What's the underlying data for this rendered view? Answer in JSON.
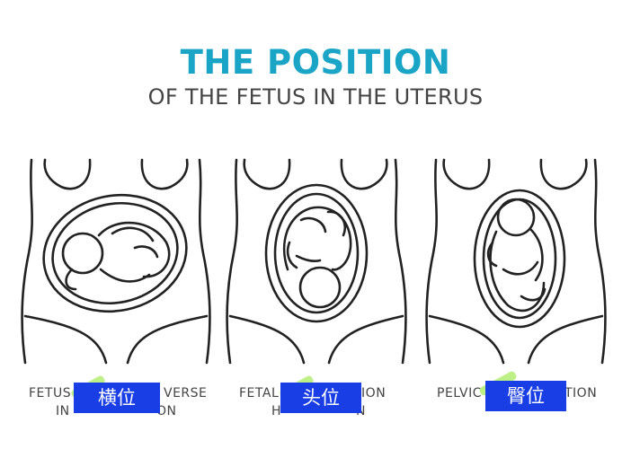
{
  "header": {
    "title": "THE POSITION",
    "subtitle": "OF THE FETUS IN THE UTERUS"
  },
  "colors": {
    "title": "#1aa5c6",
    "tag_bg": "#1a3ee6",
    "tag_text": "#ffffff",
    "marker": "#b9ef7f",
    "line": "#222222"
  },
  "panels": [
    {
      "caption_line1_left": "FETUS",
      "caption_line1_right": "VERSE",
      "caption_line2_left": "IN",
      "caption_line2_right": "ON",
      "tag": "横位"
    },
    {
      "caption_line1_left": "FETAL",
      "caption_line1_right": "ATION",
      "caption_line2_left": "H",
      "caption_line2_right": "N",
      "tag": "头位"
    },
    {
      "caption_line1_left": "PELVIC",
      "caption_line1_right": "TION",
      "caption_line2_left": "",
      "caption_line2_right": "",
      "tag": "臀位"
    }
  ]
}
